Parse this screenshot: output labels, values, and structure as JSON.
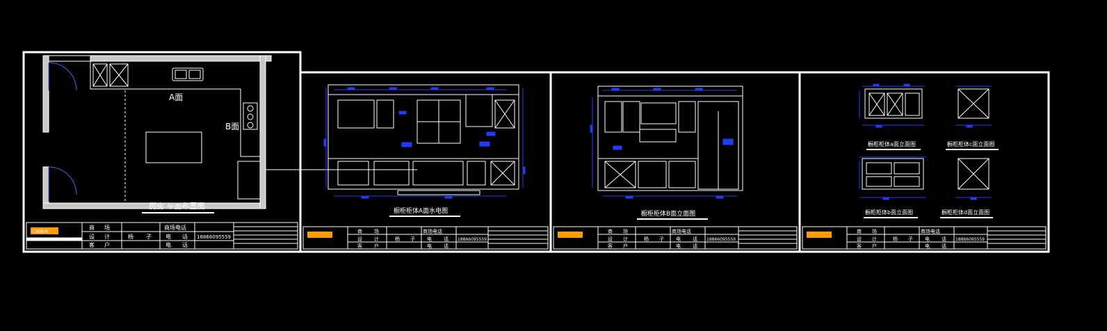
{
  "drawing": {
    "background": "#000000",
    "line_color": "#ffffff",
    "dimension_color": "#1f3cff",
    "logo_color": "#ff9a00"
  },
  "sheet_plan": {
    "marker_a": "A面",
    "marker_b": "B面",
    "caption": "厨房 平面布置图",
    "title_block": {
      "logo": "CIBBIN",
      "row1": [
        "商",
        "场",
        "",
        "商场电话",
        ""
      ],
      "row2": [
        "设",
        "计",
        "杨",
        "子",
        "电",
        "话",
        "18866095559"
      ],
      "row3": [
        "客",
        "户",
        "",
        "电",
        "话"
      ]
    }
  },
  "sheet_a": {
    "caption": "橱柜柜体A面水电图",
    "title_block": {
      "row1": [
        "商",
        "场",
        "商场电话"
      ],
      "row2": [
        "设",
        "计",
        "杨",
        "子",
        "电",
        "话",
        "18866095559"
      ],
      "row3": [
        "客",
        "户",
        "电",
        "话"
      ]
    }
  },
  "sheet_b": {
    "caption": "橱柜柜体B面立面图",
    "title_block": {
      "row1": [
        "商",
        "场",
        "商场电话"
      ],
      "row2": [
        "设",
        "计",
        "杨",
        "子",
        "电",
        "话",
        "18866095559"
      ],
      "row3": [
        "客",
        "户",
        "电",
        "话"
      ]
    }
  },
  "sheet_d": {
    "caption_a": "橱柜柜体a面立面图",
    "caption_c": "橱柜柜体c面立面图",
    "caption_b": "橱柜柜体b面立面图",
    "caption_d": "橱柜柜体d面立面图",
    "title_block": {
      "row1": [
        "商",
        "场",
        "商场电话"
      ],
      "row2": [
        "设",
        "计",
        "杨",
        "子",
        "电",
        "话",
        "18866095559"
      ],
      "row3": [
        "客",
        "户",
        "电",
        "话"
      ]
    }
  }
}
